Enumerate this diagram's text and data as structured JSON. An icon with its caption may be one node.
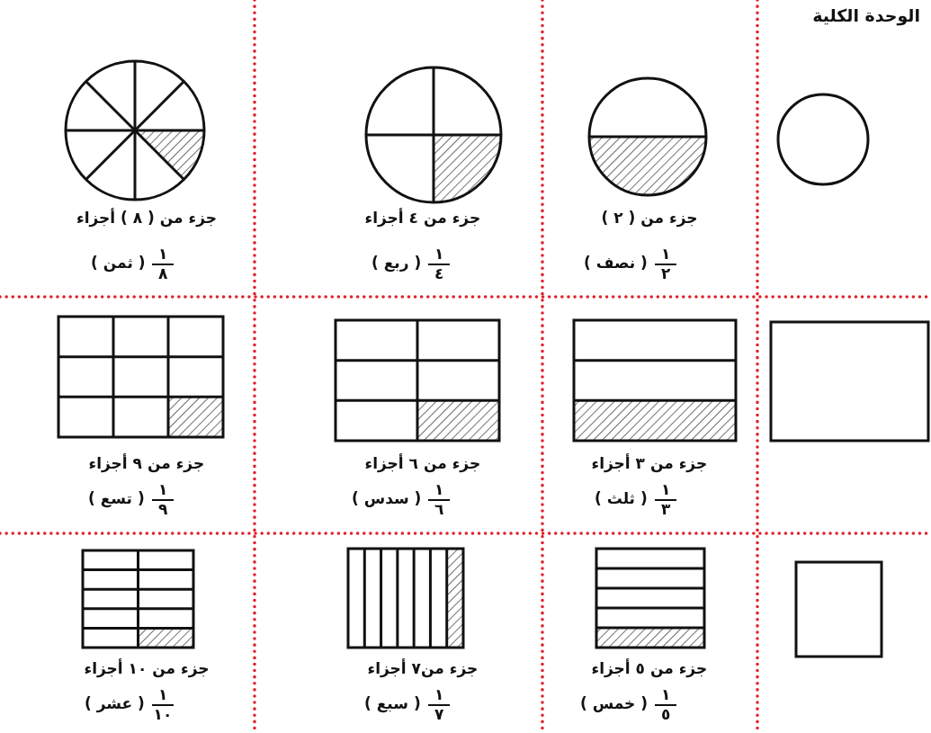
{
  "diagram": {
    "labels": [
      "الوحدة الكلية",
      "جزء من ( ٢ )",
      "١",
      "٢",
      "( نصف )",
      "جزء من ٤ أجزاء",
      "١",
      "٤",
      "( ربع )",
      "جزء من ( ٨ ) أجزاء",
      "١",
      "٨",
      "( ثمن )",
      "جزء من ٣ أجزاء",
      "١",
      "٣",
      "( ثلث )",
      "جزء من ٦ أجزاء",
      "١",
      "٦",
      "( سدس )",
      "جزء من ٩ أجزاء",
      "١",
      "٩",
      "( تسع )",
      "جزء من ٥ أجزاء",
      "١",
      "٥",
      "( خمس )",
      "جزء من٧ أجزاء",
      "١",
      "٧",
      "( سبع )",
      "جزء من ١٠ أجزاء",
      "١",
      "١٠",
      "( عشر )"
    ]
  }
}
